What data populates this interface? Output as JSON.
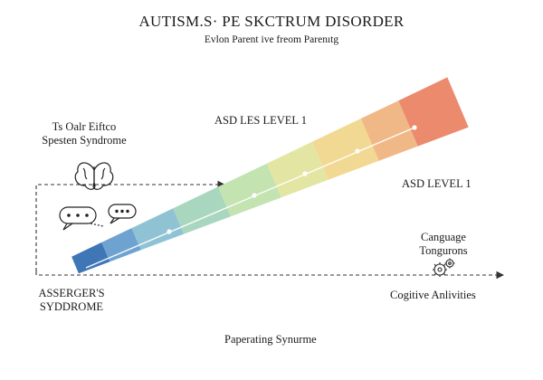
{
  "title": "AUTISM.S· PE SKCTRUM DISORDER",
  "subtitle": "Evlon Parent ive freom Parenıtg",
  "labels": {
    "left_top_line1": "Ts Oalr Eiftco",
    "left_top_line2": "Spesten Syndrome",
    "center_top": "ASD LES LEVEL 1",
    "right_mid": "ASD LEVEL 1",
    "right_lower_line1": "Canguage",
    "right_lower_line2": "Tongurons",
    "bottom_left_line1": "ASSERGER'S",
    "bottom_left_line2": "SYDDROME",
    "bottom_right": "Cogitive Anlivities",
    "bottom_center": "Paperating Synurme"
  },
  "spectrum": {
    "segment_colors": [
      "#3f76b5",
      "#6ea2d0",
      "#8fc3d4",
      "#a9d6be",
      "#c3e3b0",
      "#e3e6a2",
      "#f2d993",
      "#f1b887",
      "#ec8a6e"
    ],
    "dashed_color": "#333333"
  },
  "icons": [
    "brain-icon",
    "speech-bubbles-icon",
    "gears-icon"
  ]
}
